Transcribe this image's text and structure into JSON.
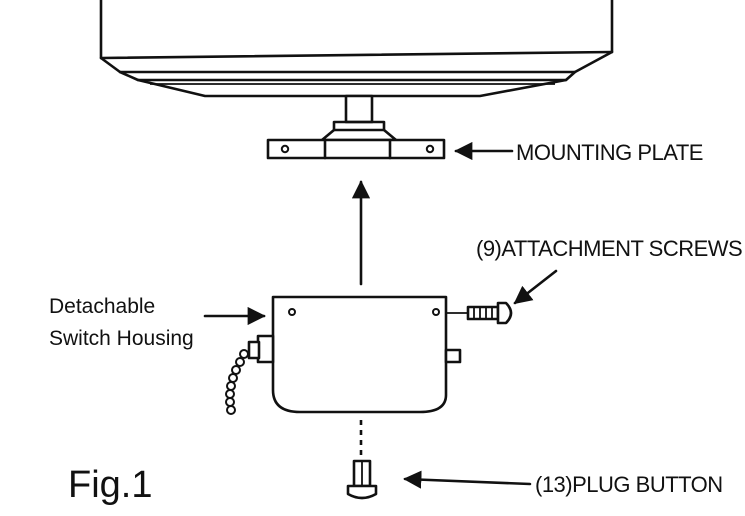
{
  "labels": {
    "mounting_plate": "MOUNTING PLATE",
    "attachment_screws": "(9)ATTACHMENT SCREWS",
    "switch_housing_line1": "Detachable",
    "switch_housing_line2": "Switch Housing",
    "plug_button": "(13)PLUG BUTTON",
    "figure": "Fig.1"
  }
}
